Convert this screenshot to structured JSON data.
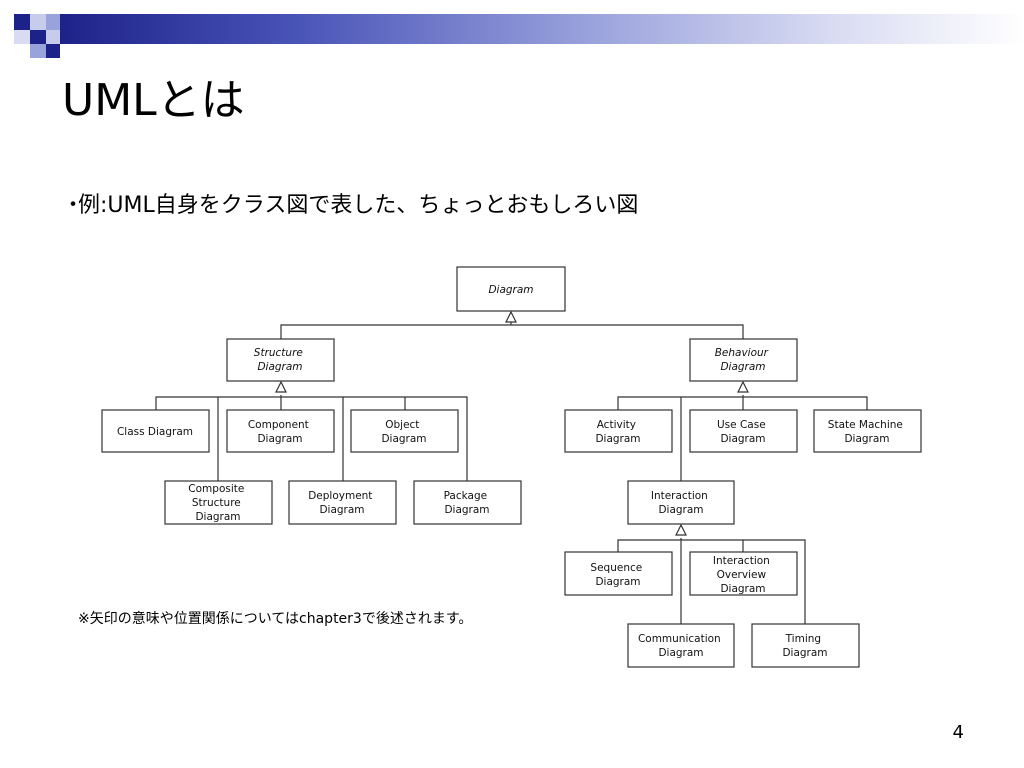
{
  "slide": {
    "title": "UMLとは",
    "bullet_marker": "・",
    "bullet_text": "例:UML自身をクラス図で表した、ちょっとおもしろい図",
    "note": "※矢印の意味や位置関係についてはchapter3で後述されます。",
    "page_number": "4"
  },
  "colors": {
    "banner_dark": "#1d2288",
    "banner_light": "#d8dbf2",
    "square_dark": "#1d2288",
    "square_mid": "#9aa2dc"
  },
  "diagram": {
    "diagram": [
      "Diagram"
    ],
    "structure": [
      "Structure",
      "Diagram"
    ],
    "behaviour": [
      "Behaviour",
      "Diagram"
    ],
    "class": [
      "Class Diagram"
    ],
    "component": [
      "Component",
      "Diagram"
    ],
    "object": [
      "Object",
      "Diagram"
    ],
    "composite": [
      "Composite",
      "Structure",
      "Diagram"
    ],
    "deployment": [
      "Deployment",
      "Diagram"
    ],
    "package": [
      "Package",
      "Diagram"
    ],
    "activity": [
      "Activity",
      "Diagram"
    ],
    "usecase": [
      "Use Case",
      "Diagram"
    ],
    "statemachine": [
      "State Machine",
      "Diagram"
    ],
    "interaction": [
      "Interaction",
      "Diagram"
    ],
    "sequence": [
      "Sequence",
      "Diagram"
    ],
    "overview": [
      "Interaction",
      "Overview",
      "Diagram"
    ],
    "communication": [
      "Communication",
      "Diagram"
    ],
    "timing": [
      "Timing",
      "Diagram"
    ]
  }
}
